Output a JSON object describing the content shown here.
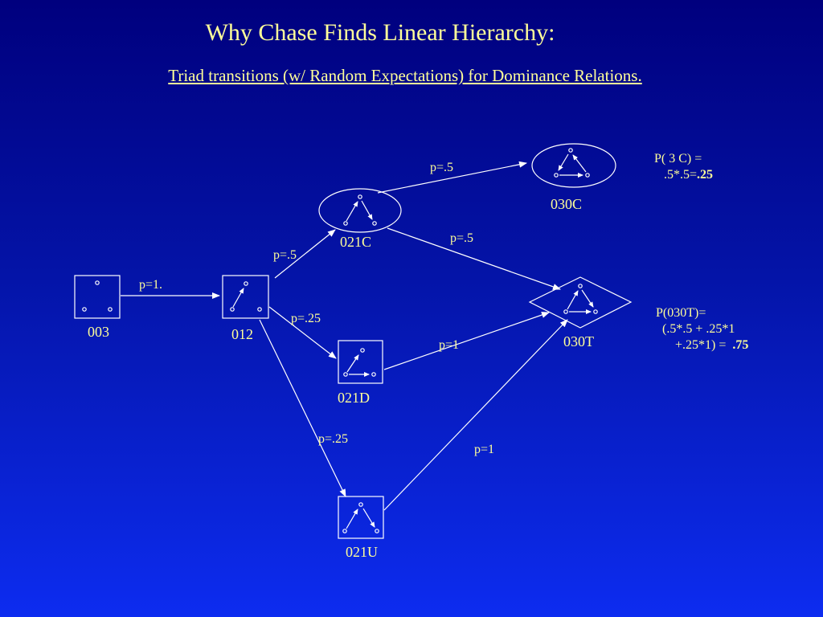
{
  "title": "Why Chase Finds Linear Hierarchy:",
  "subtitle": "Triad transitions (w/ Random Expectations) for Dominance Relations.",
  "colors": {
    "text": "#ffff99",
    "line": "#ffffff",
    "background_top": "#00007e",
    "background_bottom": "#0d2cf0"
  },
  "nodes": {
    "n003": "003",
    "n012": "012",
    "n021C": "021C",
    "n021D": "021D",
    "n021U": "021U",
    "n030C": "030C",
    "n030T": "030T"
  },
  "edges": {
    "e003_012": "p=1.",
    "e012_021C": "p=.5",
    "e012_021D": "p=.25",
    "e012_021U": "p=.25",
    "e021C_030C": "p=.5",
    "e021C_030T": "p=.5",
    "e021D_030T": "p=1",
    "e021U_030T": "p=1"
  },
  "formulas": {
    "p3c": {
      "line1": "P( 3 C) =",
      "line2_prefix": "   .5*.5=",
      "line2_bold": ".25"
    },
    "p030t": {
      "line1": "P(030T)=",
      "line2": "  (.5*.5 + .25*1",
      "line3_prefix": "      +.25*1) =  ",
      "line3_bold": ".75"
    }
  }
}
